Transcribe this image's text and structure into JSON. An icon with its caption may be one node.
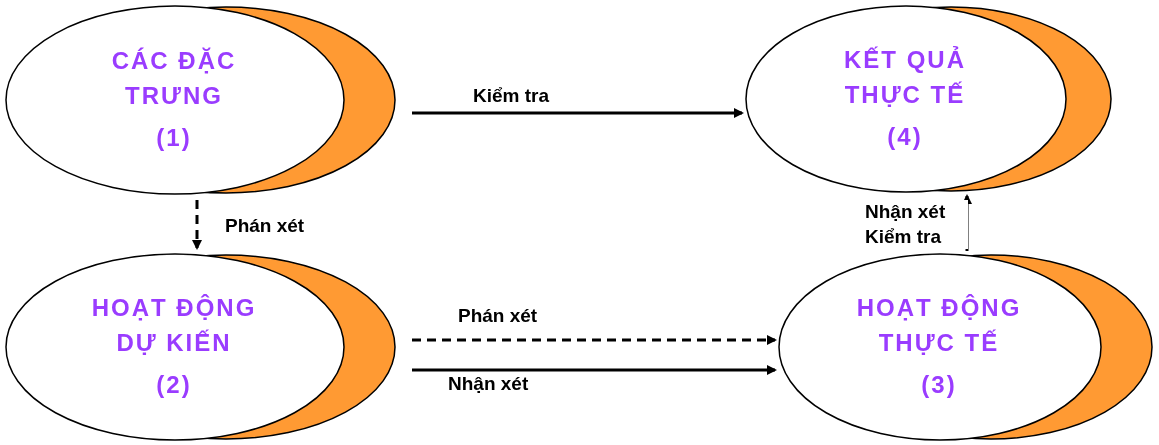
{
  "diagram": {
    "nodes": [
      {
        "text": [
          "CÁC ĐẶC TRƯNG",
          "(1)"
        ]
      },
      {
        "text": [
          "KẾT QUẢ THỰC TẾ",
          "(4)"
        ]
      },
      {
        "text": [
          "HOẠT ĐỘNG DỰ KIẾN",
          "(2)"
        ]
      },
      {
        "text": [
          "HOẠT ĐỘNG THỰC TẾ",
          "(3)"
        ]
      }
    ],
    "edges": [
      {
        "from": 0,
        "to": 1,
        "arrow": "to",
        "label": "Kiểm tra"
      },
      {
        "from": 0,
        "to": 2,
        "arrow": "to",
        "label": "Phán xét",
        "style": "dashed"
      },
      {
        "from": 2,
        "to": 3,
        "arrow": "to",
        "label": "Phán xét",
        "style": "dashed"
      },
      {
        "from": 2,
        "to": 3,
        "arrow": "to",
        "label": "Nhận xét"
      },
      {
        "from": 3,
        "to": 1,
        "arrow": "to",
        "label": "Nhận xét Kiểm tra"
      }
    ]
  }
}
